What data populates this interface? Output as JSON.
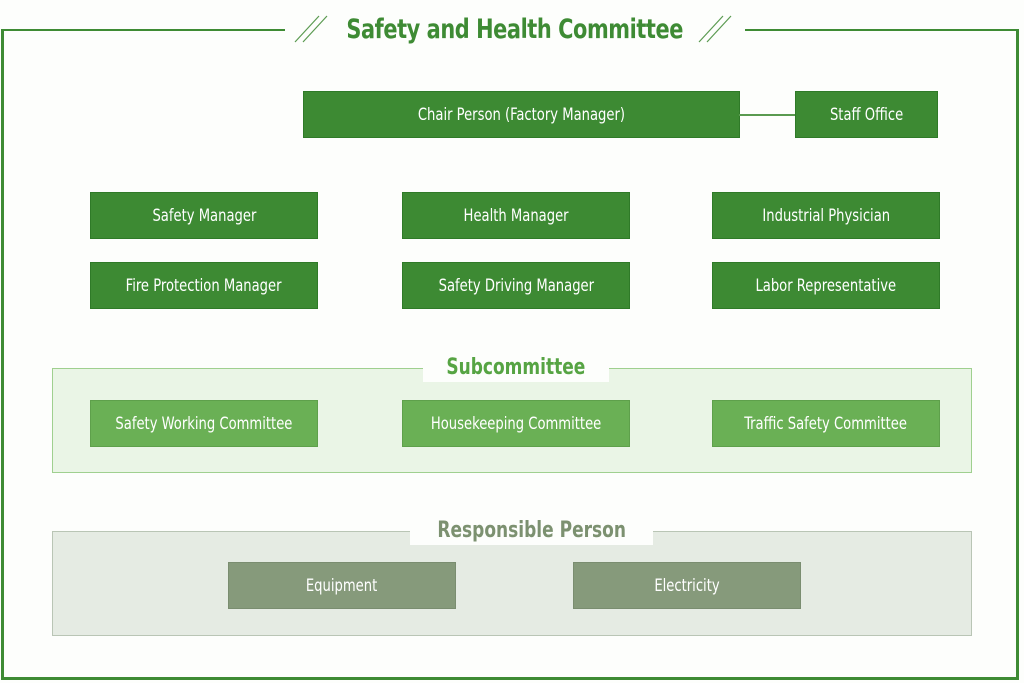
{
  "title": "Safety and Health Committee",
  "colors": {
    "primary_green": "#3d8a33",
    "light_green": "#6ab055",
    "muted_green": "#869a7b",
    "subcommittee_bg": "#eaf5e6",
    "responsible_bg": "#e5ebe3"
  },
  "chair": {
    "label": "Chair Person (Factory Manager)",
    "staff_office": "Staff Office"
  },
  "members": [
    "Safety Manager",
    "Health Manager",
    "Industrial Physician",
    "Fire Protection Manager",
    "Safety Driving Manager",
    "Labor Representative"
  ],
  "subcommittee": {
    "label": "Subcommittee",
    "items": [
      "Safety Working Committee",
      "Housekeeping Committee",
      "Traffic Safety Committee"
    ]
  },
  "responsible": {
    "label": "Responsible Person",
    "items": [
      "Equipment",
      "Electricity"
    ]
  }
}
